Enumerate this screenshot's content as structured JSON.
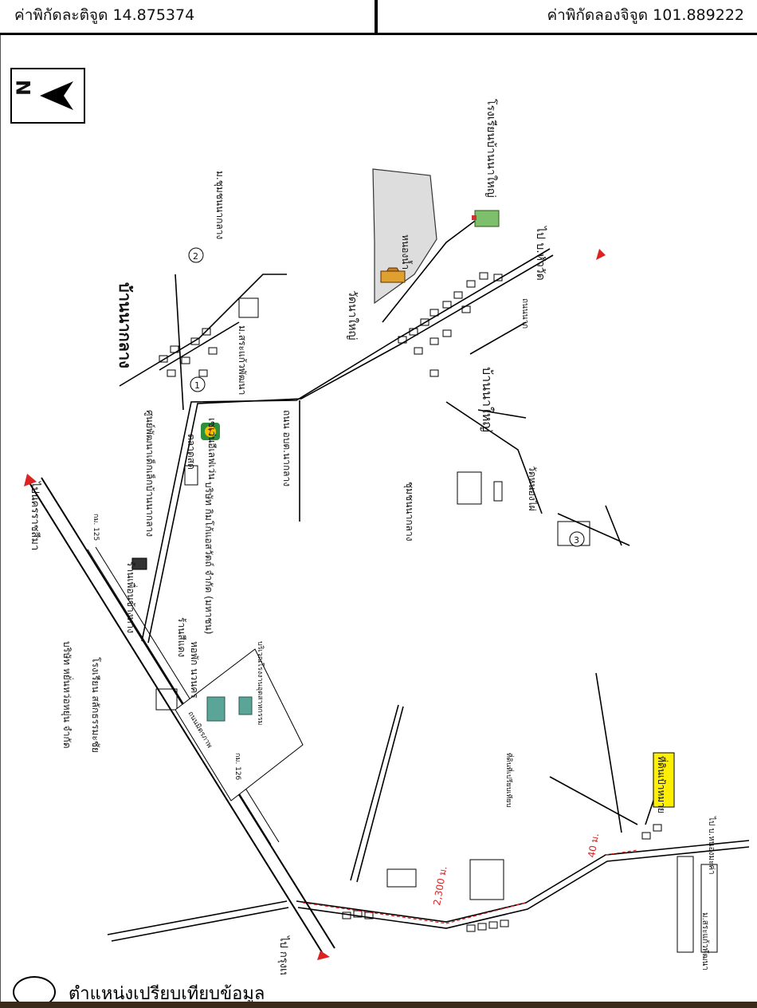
{
  "header": {
    "lat_label": "ค่าพิกัดละติจูด 14.875374",
    "lon_label": "ค่าพิกัดลองจิจูด 101.889222"
  },
  "map": {
    "north": "N",
    "labels": {
      "ban_na_klang": "บ้านนากลาง",
      "ban_na_yai": "บ้านนาใหญ่",
      "wat_na_yai": "วัดนาใหญ่",
      "school_na_yai": "โรงเรียนบ้านนาใหญ่",
      "to_huawat": "ไป บ.หัววัด",
      "swamp": "หนองน้ำ",
      "market": "ตลาดสด",
      "seven_eleven": "เซเว่นอีเลฟเว่น",
      "road_obt": "ถนน อบต.นากลาง",
      "childcare": "ศูนย์พัฒนาเด็กเล็กบ้านนากลาง",
      "rest_stop": "ร้านเพื่อนข้างทาง",
      "km125": "กม. 125",
      "km126": "กม. 126",
      "company_one": "บริษัท หยั่นหว่อหยุ่น จำกัด",
      "school_right": "โรงเรียน สลักธรรมะชัย",
      "shop": "ร้านสีแดง",
      "dorm": "หอพัก นวนคร",
      "company_two": "บริษัท กิมโก้แอสวัตถ์ จำกัด (มหาชน)",
      "factory_area": "บริเวณโรงงานอุตสาหกรรม",
      "highway": "ถนนมิตรภาพ",
      "to_korat_left": "ไปนครราชสีมา",
      "to_bkk": "ไป กรุงเทพฯ",
      "to_top_right": "ไป บ.หนองมะค่า",
      "dist_2300": "2,300 ม.",
      "dist_40": "40 ม.",
      "compare_point": "ที่ดินที่เปรียบเทียบ",
      "subject": "ที่ดินเป้าหมาย",
      "village_community": "ชุมชนนากลาง",
      "school_mid": "ม.ชุมชนนากลาง",
      "temple_mid": "วัดหนองไผ่",
      "nok_road": "ถนนนาก",
      "village_bottom": "ม.สระแก้วพัฒนา",
      "circle1": "1",
      "circle2": "2",
      "circle3": "3"
    }
  },
  "legend": {
    "text": "ตำแหน่งเปรียบเทียบข้อมูล"
  }
}
